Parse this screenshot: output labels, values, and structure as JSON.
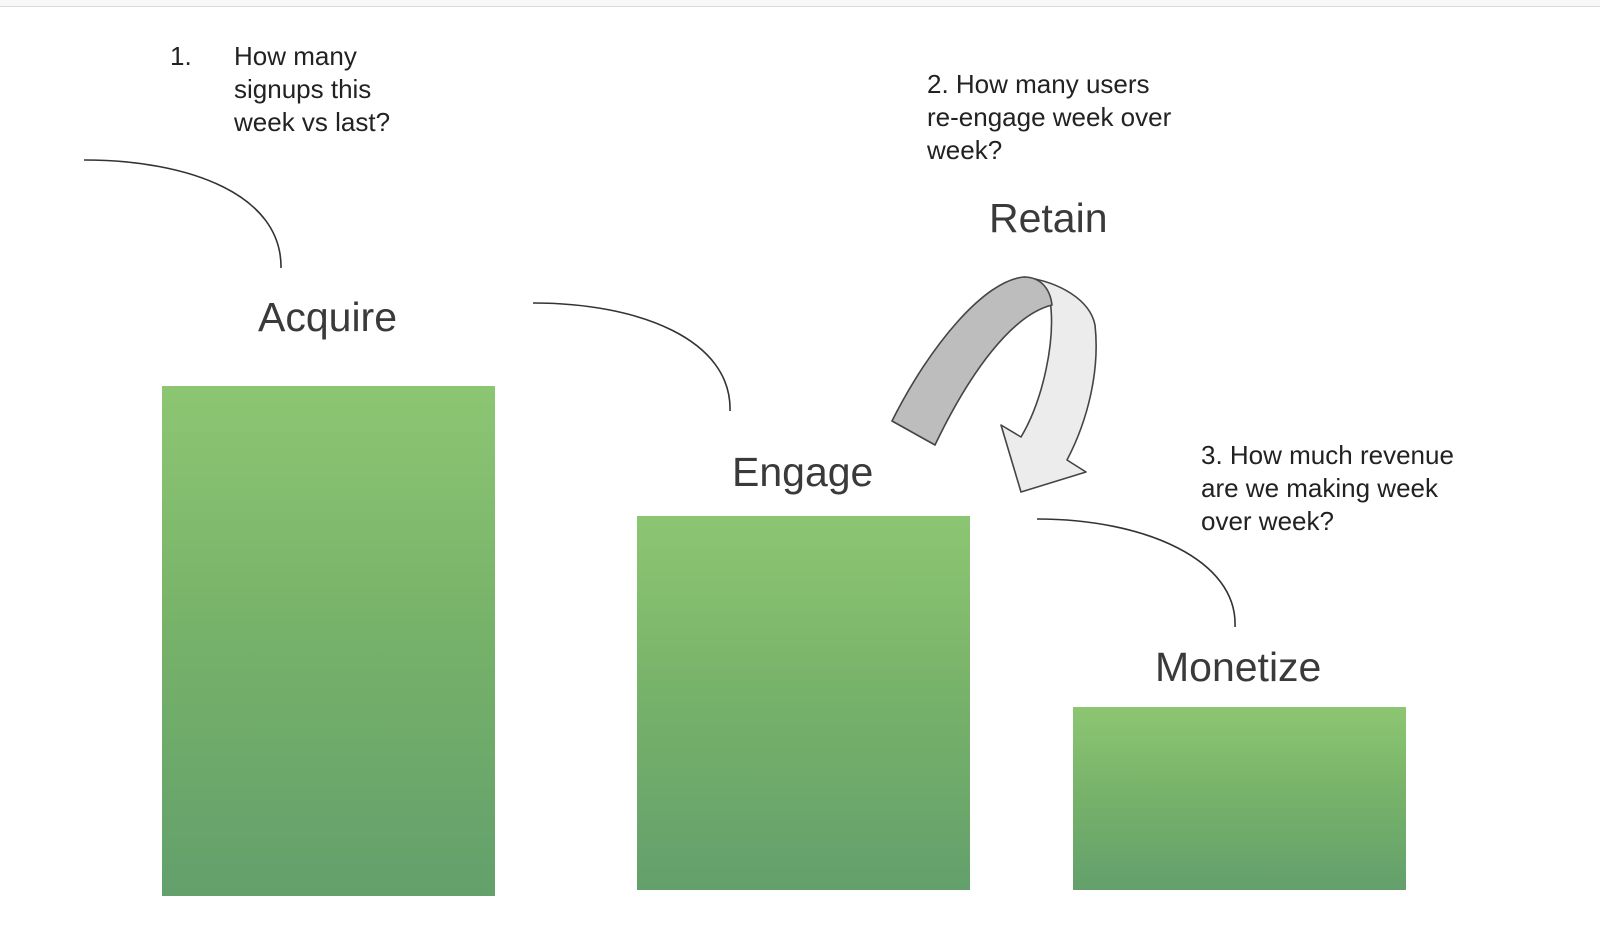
{
  "stages": {
    "acquire": {
      "label": "Acquire"
    },
    "engage": {
      "label": "Engage"
    },
    "retain": {
      "label": "Retain"
    },
    "monetize": {
      "label": "Monetize"
    }
  },
  "questions": {
    "q1": {
      "number": "1.",
      "lines": [
        "How many",
        "signups this",
        "week vs last?"
      ]
    },
    "q2": {
      "lines": [
        "2. How many users",
        "re-engage week over",
        "week?"
      ]
    },
    "q3": {
      "lines": [
        "3. How much revenue",
        "are we making week",
        "over week?"
      ]
    }
  },
  "colors": {
    "bar_top": "#8dc672",
    "bar_bottom": "#63a06b",
    "arrow_dark": "#bdbdbd",
    "arrow_light": "#ececec",
    "connector": "#333333"
  }
}
